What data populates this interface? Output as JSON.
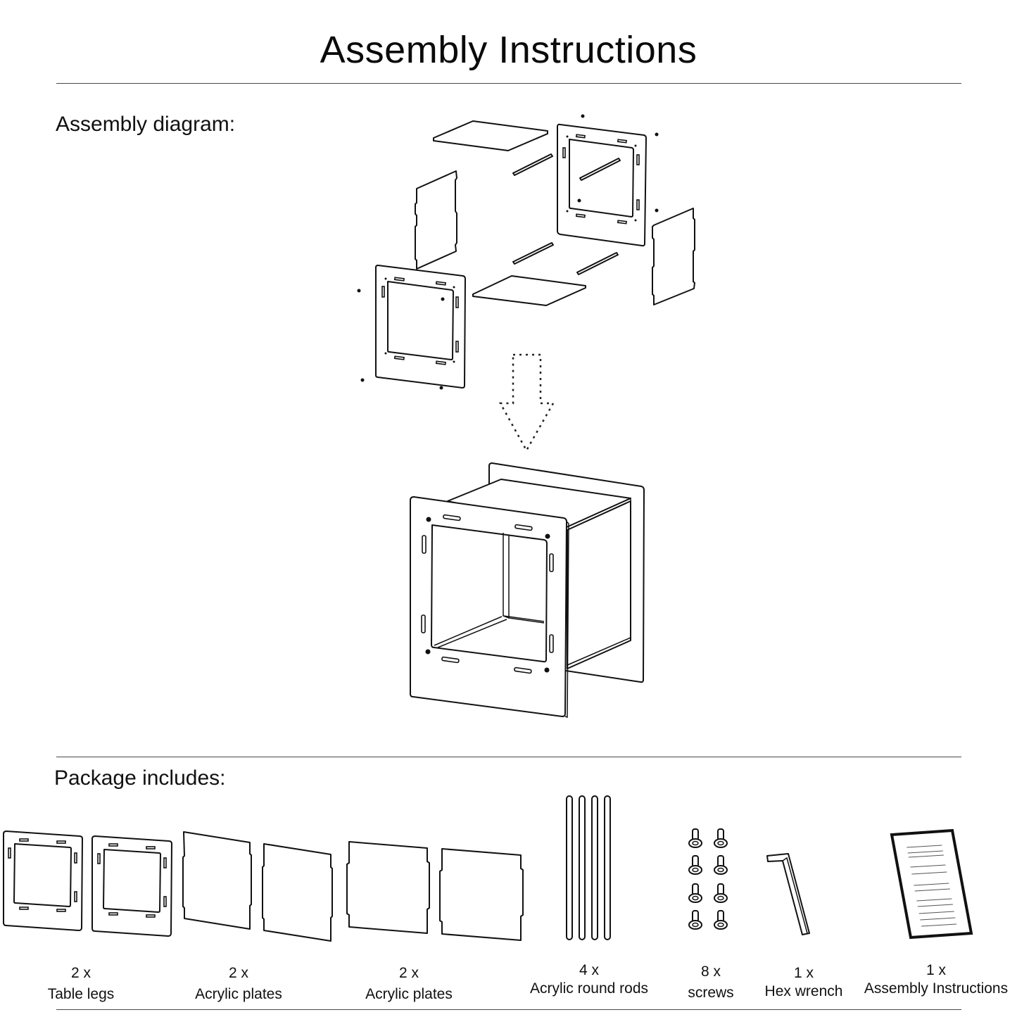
{
  "header": {
    "title": "Assembly Instructions"
  },
  "sections": {
    "assembly_diagram_label": "Assembly diagram:",
    "package_includes_label": "Package includes:"
  },
  "diagram": {
    "exploded_view_icon": "exploded-view-illustration",
    "arrow_icon": "dotted-down-arrow",
    "assembled_view_icon": "assembled-table-illustration"
  },
  "package_items": [
    {
      "quantity": "2 x",
      "name": "Table legs",
      "icon": "table-leg-frame-icon"
    },
    {
      "quantity": "2 x",
      "name": "Acrylic plates",
      "icon": "acrylic-plate-icon"
    },
    {
      "quantity": "2 x",
      "name": "Acrylic plates",
      "icon": "acrylic-plate-icon"
    },
    {
      "quantity": "4 x",
      "name": "Acrylic round rods",
      "icon": "round-rod-icon"
    },
    {
      "quantity": "8 x",
      "name": "screws",
      "icon": "screw-icon"
    },
    {
      "quantity": "1 x",
      "name": "Hex wrench",
      "icon": "hex-wrench-icon"
    },
    {
      "quantity": "1 x",
      "name": "Assembly Instructions",
      "icon": "instruction-sheet-icon"
    }
  ]
}
